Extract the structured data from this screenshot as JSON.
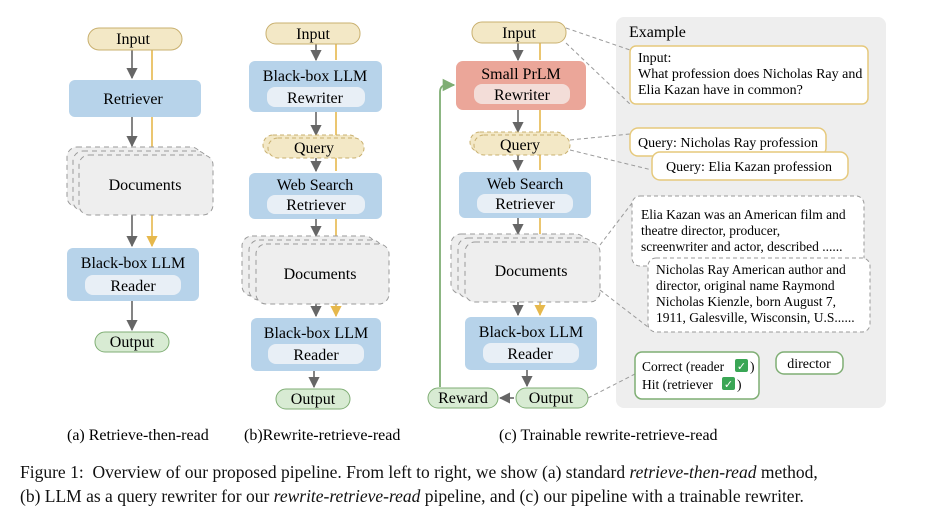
{
  "panel_a": {
    "input": "Input",
    "retriever": "Retriever",
    "documents": "Documents",
    "llm_title": "Black-box LLM",
    "llm_role": "Reader",
    "output": "Output",
    "label": "(a) Retrieve-then-read"
  },
  "panel_b": {
    "input": "Input",
    "llm1_title": "Black-box LLM",
    "llm1_role": "Rewriter",
    "query": "Query",
    "search_title": "Web Search",
    "search_role": "Retriever",
    "documents": "Documents",
    "llm2_title": "Black-box LLM",
    "llm2_role": "Reader",
    "output": "Output",
    "label": "(b)Rewrite-retrieve-read"
  },
  "panel_c": {
    "input": "Input",
    "prlm_title": "Small PrLM",
    "prlm_role": "Rewriter",
    "query": "Query",
    "search_title": "Web Search",
    "search_role": "Retriever",
    "documents": "Documents",
    "llm_title": "Black-box LLM",
    "llm_role": "Reader",
    "output": "Output",
    "reward": "Reward",
    "label": "(c) Trainable rewrite-retrieve-read"
  },
  "example": {
    "title": "Example",
    "input_lines": [
      "Input:",
      "What profession does Nicholas Ray and",
      "Elia Kazan have in common?"
    ],
    "query1": "Query: Nicholas Ray profession",
    "query2": "Query: Elia Kazan profession",
    "doc1_lines": [
      "Elia Kazan was an American film and",
      "theatre director, producer,",
      "screenwriter and actor, described  ......"
    ],
    "doc2_lines": [
      "Nicholas Ray American author and",
      "director, original name Raymond",
      "Nicholas Kienzle, born August 7,",
      "1911, Galesville, Wisconsin, U.S......"
    ],
    "correct": "Correct (reader",
    "hit": "Hit (retriever",
    "check": "✓",
    "close_paren": ")",
    "answer": "director"
  },
  "caption": {
    "figure": "Figure 1:",
    "t1": "Overview of our proposed pipeline. From left to right, we show (a) standard ",
    "t2": "retrieve-then-read",
    "t3": " method,",
    "t4": "(b) LLM as a query rewriter for our ",
    "t5": "rewrite-retrieve-read",
    "t6": " pipeline, and (c) our pipeline with a trainable rewriter."
  },
  "colors": {
    "input_fill": "#f3e8c6",
    "input_stroke": "#c9b06f",
    "blue_fill": "#b7d3ea",
    "inner_fill": "#e8eff6",
    "red_fill": "#eba699",
    "doc_fill": "#eeeeee",
    "doc_stroke": "#9a9a9a",
    "output_fill": "#d8ebd3",
    "output_stroke": "#7fae74",
    "arrow_grey": "#666666",
    "arrow_gold": "#e6b84c",
    "arrow_green": "#7fae74",
    "example_bg": "#eeeeee",
    "example_box_stroke": "#e6c97c",
    "check_green": "#3aa655"
  }
}
